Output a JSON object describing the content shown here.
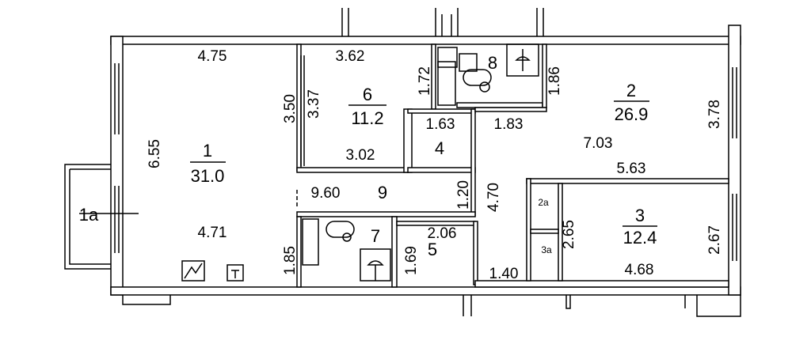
{
  "rooms": [
    {
      "id": "1",
      "area": "31.0"
    },
    {
      "id": "2",
      "area": "26.9"
    },
    {
      "id": "3",
      "area": "12.4"
    },
    {
      "id": "4"
    },
    {
      "id": "5"
    },
    {
      "id": "6",
      "area": "11.2"
    },
    {
      "id": "7"
    },
    {
      "id": "8"
    },
    {
      "id": "9"
    },
    {
      "id": "1a"
    },
    {
      "id": "2a"
    },
    {
      "id": "3a"
    }
  ],
  "dimensions": {
    "r1_top": "4.75",
    "r1_left": "6.55",
    "r1_bottom": "4.71",
    "r1_right_low": "1.85",
    "r1_right": "3.50",
    "r6_top": "3.62",
    "r6_left": "3.37",
    "r6_right": "1.72",
    "r6_bottom": "3.02",
    "r4_top": "1.63",
    "r8_right": "1.86",
    "r8_bottom": "1.83",
    "r2_right": "3.78",
    "r2_mid": "7.03",
    "r2_bottom": "5.63",
    "r9_len": "9.60",
    "r9_width": "1.20",
    "hall_len": "4.70",
    "hall_bottom": "1.40",
    "r5_top": "2.06",
    "r5_left": "1.69",
    "r3_left": "2.65",
    "r3_right": "2.67",
    "r3_bottom": "4.68"
  }
}
